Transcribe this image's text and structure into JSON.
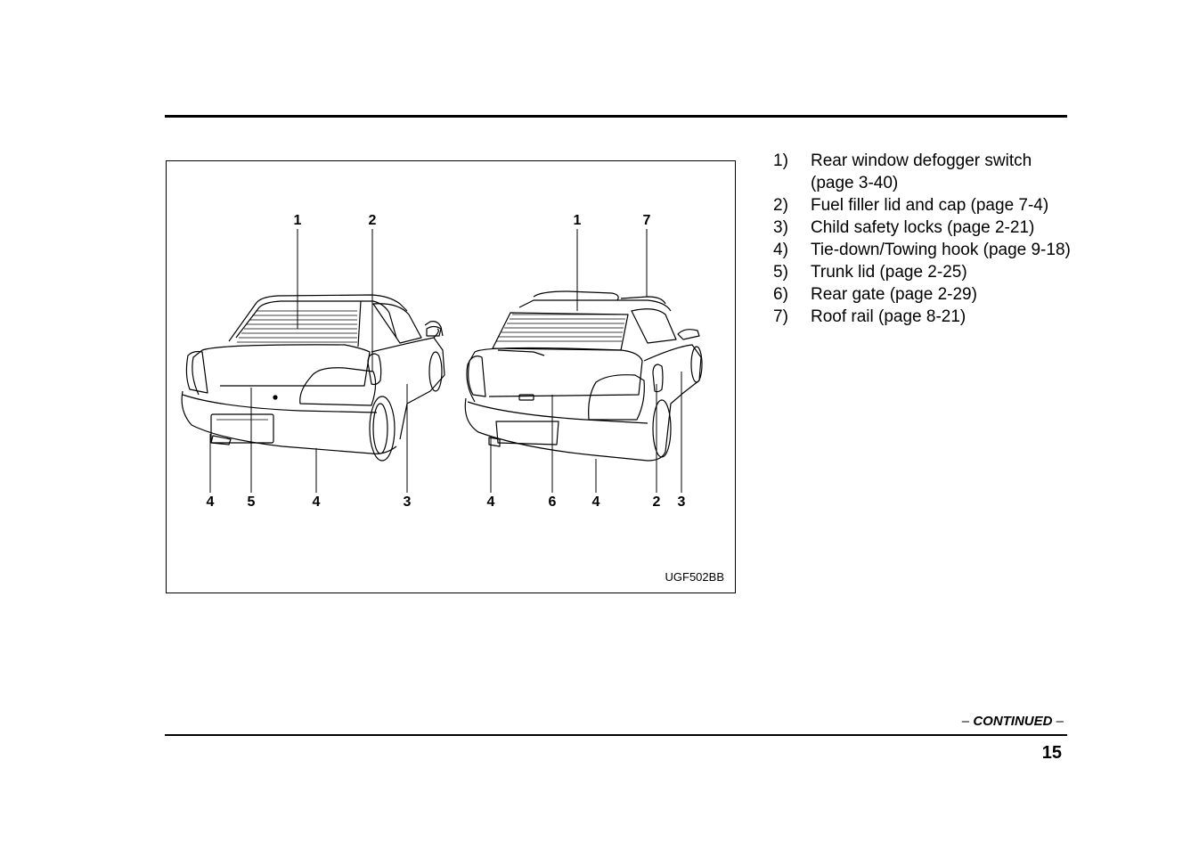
{
  "figure": {
    "code": "UGF502BB",
    "sedan_callouts": {
      "top": [
        "1",
        "2"
      ],
      "bottom": [
        "4",
        "5",
        "4",
        "3"
      ]
    },
    "wagon_callouts": {
      "top": [
        "1",
        "7"
      ],
      "bottom": [
        "4",
        "6",
        "4",
        "2",
        "3"
      ]
    }
  },
  "legend": [
    {
      "num": "1)",
      "text": "Rear window defogger switch (page 3-40)"
    },
    {
      "num": "2)",
      "text": "Fuel filler lid and cap (page 7-4)"
    },
    {
      "num": "3)",
      "text": "Child safety locks (page 2-21)"
    },
    {
      "num": "4)",
      "text": "Tie-down/Towing hook (page 9-18)"
    },
    {
      "num": "5)",
      "text": "Trunk lid (page 2-25)"
    },
    {
      "num": "6)",
      "text": "Rear gate (page 2-29)"
    },
    {
      "num": "7)",
      "text": "Roof rail (page 8-21)"
    }
  ],
  "footer": {
    "continued_dash_left": "–",
    "continued": "CONTINUED",
    "continued_dash_right": "–",
    "page_number": "15"
  }
}
